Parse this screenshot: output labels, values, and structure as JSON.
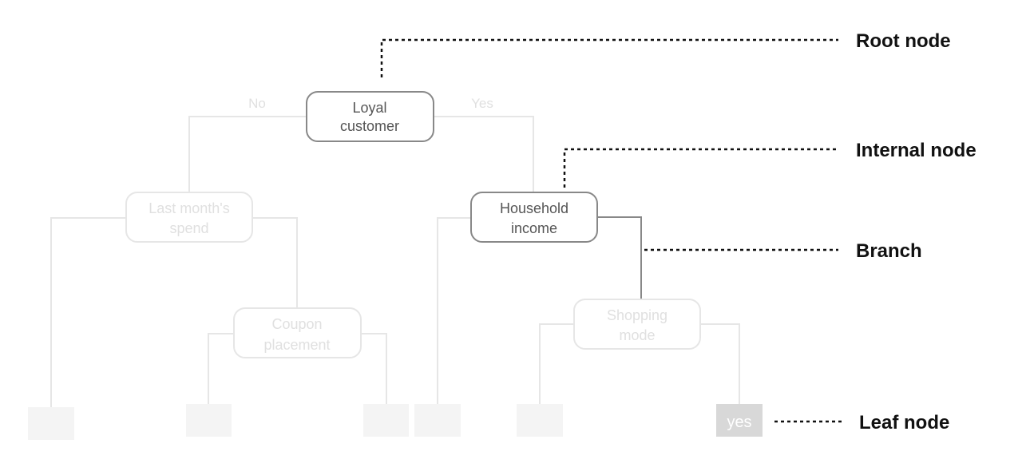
{
  "colors": {
    "faded_line": "#e6e6e6",
    "faded_text": "#e0e0e0",
    "active_line": "#888888",
    "active_text": "#555555",
    "leaf_fill": "#f4f4f4",
    "highlight_leaf_fill": "#d8d8d8",
    "callout": "#111111"
  },
  "tree": {
    "branch_no": "No",
    "branch_yes": "Yes",
    "root": {
      "line1": "Loyal",
      "line2": "customer"
    },
    "last_month": {
      "line1": "Last month's",
      "line2": "spend"
    },
    "household": {
      "line1": "Household",
      "line2": "income"
    },
    "coupon": {
      "line1": "Coupon",
      "line2": "placement"
    },
    "shopping": {
      "line1": "Shopping",
      "line2": "mode"
    },
    "leaf_yes": "yes"
  },
  "legend": {
    "root_node": "Root node",
    "internal_node": "Internal node",
    "branch": "Branch",
    "leaf_node": "Leaf node"
  }
}
